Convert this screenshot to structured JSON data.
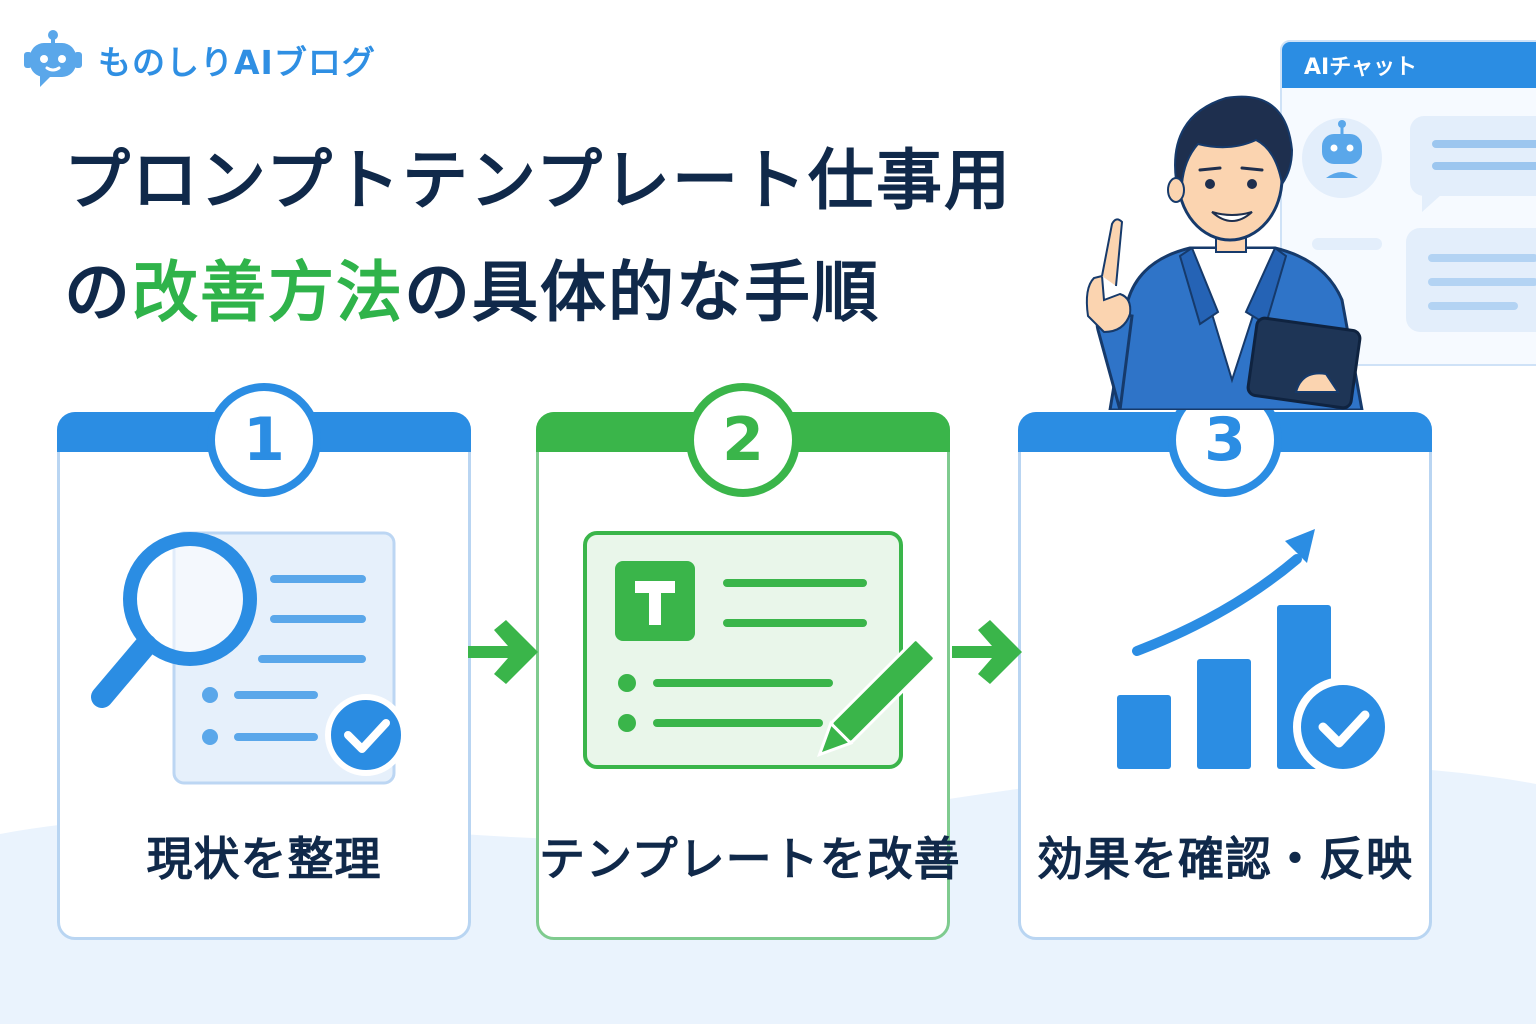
{
  "brand": {
    "name": "ものしりAIブログ",
    "icon": "robot-icon"
  },
  "title": {
    "line1": "プロンプトテンプレート仕事用",
    "line2_pre": "の",
    "line2_highlight": "改善方法",
    "line2_post": "の具体的な手順"
  },
  "chat": {
    "header": "AIチャット"
  },
  "steps": [
    {
      "number": "1",
      "label": "現状を整理",
      "icon": "magnifier-document-icon"
    },
    {
      "number": "2",
      "label": "テンプレートを改善",
      "icon": "template-edit-icon"
    },
    {
      "number": "3",
      "label": "効果を確認・反映",
      "icon": "growth-chart-icon"
    }
  ],
  "colors": {
    "blue": "#2b8de3",
    "green": "#3ab54a",
    "navy": "#10294a",
    "light_blue": "#e8f2fd"
  }
}
